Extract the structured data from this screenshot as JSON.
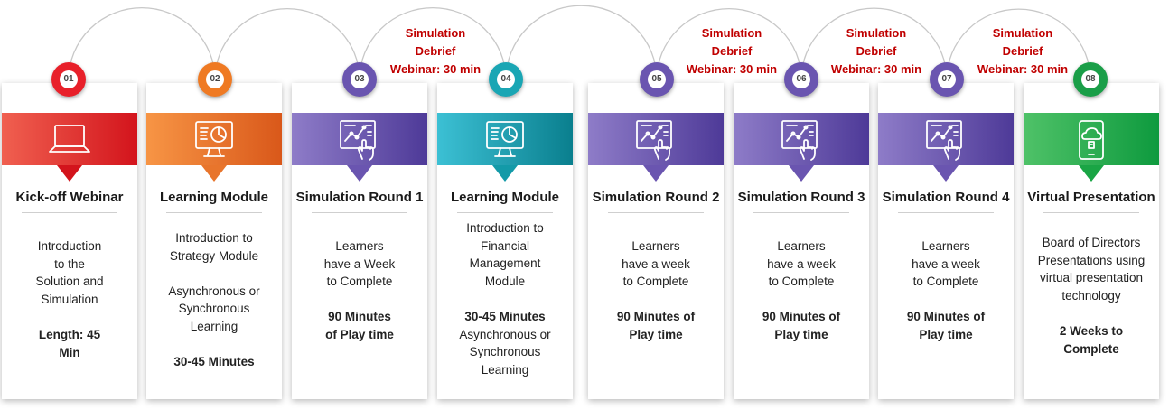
{
  "steps": [
    {
      "num": "01",
      "title": "Kick-off Webinar",
      "icon": "laptop-icon",
      "body": [
        {
          "t": "Introduction",
          "b": false
        },
        {
          "t": "to the",
          "b": false
        },
        {
          "t": "Solution and",
          "b": false
        },
        {
          "t": "Simulation",
          "b": false
        },
        {
          "t": "",
          "b": false
        },
        {
          "t": "Length: 45",
          "b": true
        },
        {
          "t": "Min",
          "b": true
        }
      ],
      "colors": {
        "from": "#f06050",
        "to": "#d3141c",
        "tip": "#d3141c",
        "badge": "#e8202a"
      }
    },
    {
      "num": "02",
      "title": "Learning Module",
      "icon": "monitor-chart-icon",
      "body": [
        {
          "t": "Introduction to",
          "b": false
        },
        {
          "t": "Strategy Module",
          "b": false
        },
        {
          "t": "",
          "b": false
        },
        {
          "t": "Asynchronous or",
          "b": false
        },
        {
          "t": "Synchronous",
          "b": false
        },
        {
          "t": "Learning",
          "b": false
        },
        {
          "t": "",
          "b": false
        },
        {
          "t": "30-45 Minutes",
          "b": true
        }
      ],
      "colors": {
        "from": "#f79545",
        "to": "#d9581a",
        "tip": "#e8752c",
        "badge": "#ef7a23"
      }
    },
    {
      "num": "03",
      "title": "Simulation Round 1",
      "icon": "touch-dashboard-icon",
      "body": [
        {
          "t": "Learners",
          "b": false
        },
        {
          "t": "have a Week",
          "b": false
        },
        {
          "t": "to Complete",
          "b": false
        },
        {
          "t": "",
          "b": false
        },
        {
          "t": "90 Minutes",
          "b": true
        },
        {
          "t": "of Play time",
          "b": true
        }
      ],
      "colors": {
        "from": "#8e7cc8",
        "to": "#4e3a98",
        "tip": "#6a55b0",
        "badge": "#6a55b0"
      }
    },
    {
      "num": "04",
      "title": "Learning Module",
      "icon": "monitor-chart-icon",
      "body": [
        {
          "t": "Introduction to",
          "b": false
        },
        {
          "t": "Financial",
          "b": false
        },
        {
          "t": "Management",
          "b": false
        },
        {
          "t": "Module",
          "b": false
        },
        {
          "t": "",
          "b": false
        },
        {
          "t": "30-45 Minutes",
          "b": true
        },
        {
          "t": "Asynchronous or",
          "b": false
        },
        {
          "t": "Synchronous",
          "b": false
        },
        {
          "t": "Learning",
          "b": false
        }
      ],
      "colors": {
        "from": "#3cc0d4",
        "to": "#0a7f8e",
        "tip": "#139aa8",
        "badge": "#1aa6b4"
      }
    },
    {
      "num": "05",
      "title": "Simulation Round 2",
      "icon": "touch-dashboard-icon",
      "body": [
        {
          "t": "Learners",
          "b": false
        },
        {
          "t": "have a week",
          "b": false
        },
        {
          "t": "to Complete",
          "b": false
        },
        {
          "t": "",
          "b": false
        },
        {
          "t": "90 Minutes of",
          "b": true
        },
        {
          "t": "Play time",
          "b": true
        }
      ],
      "colors": {
        "from": "#8e7cc8",
        "to": "#4e3a98",
        "tip": "#6a55b0",
        "badge": "#6a55b0"
      }
    },
    {
      "num": "06",
      "title": "Simulation Round 3",
      "icon": "touch-dashboard-icon",
      "body": [
        {
          "t": "Learners",
          "b": false
        },
        {
          "t": "have a week",
          "b": false
        },
        {
          "t": "to Complete",
          "b": false
        },
        {
          "t": "",
          "b": false
        },
        {
          "t": "90 Minutes of",
          "b": true
        },
        {
          "t": "Play time",
          "b": true
        }
      ],
      "colors": {
        "from": "#8e7cc8",
        "to": "#4e3a98",
        "tip": "#6a55b0",
        "badge": "#6a55b0"
      }
    },
    {
      "num": "07",
      "title": "Simulation Round 4",
      "icon": "touch-dashboard-icon",
      "body": [
        {
          "t": "Learners",
          "b": false
        },
        {
          "t": "have a week",
          "b": false
        },
        {
          "t": "to Complete",
          "b": false
        },
        {
          "t": "",
          "b": false
        },
        {
          "t": "90 Minutes of",
          "b": true
        },
        {
          "t": "Play time",
          "b": true
        }
      ],
      "colors": {
        "from": "#8e7cc8",
        "to": "#4e3a98",
        "tip": "#6a55b0",
        "badge": "#6a55b0"
      }
    },
    {
      "num": "08",
      "title": "Virtual Presentation",
      "icon": "tablet-cloud-icon",
      "body": [
        {
          "t": "Board of Directors",
          "b": false
        },
        {
          "t": "Presentations using",
          "b": false
        },
        {
          "t": "virtual presentation",
          "b": false
        },
        {
          "t": "technology",
          "b": false
        },
        {
          "t": "",
          "b": false
        },
        {
          "t": "2 Weeks to",
          "b": true
        },
        {
          "t": "Complete",
          "b": true
        }
      ],
      "colors": {
        "from": "#4fc268",
        "to": "#0e9a3e",
        "tip": "#1aa545",
        "badge": "#1a9e48"
      }
    }
  ],
  "debriefs": [
    {
      "after": 3,
      "lines": [
        "Simulation",
        "Debrief",
        "Webinar: 30 min"
      ]
    },
    {
      "after": 5,
      "lines": [
        "Simulation",
        "Debrief",
        "Webinar: 30 min"
      ]
    },
    {
      "after": 6,
      "lines": [
        "Simulation",
        "Debrief",
        "Webinar: 30 min"
      ]
    },
    {
      "after": 7,
      "lines": [
        "Simulation",
        "Debrief",
        "Webinar: 30 min"
      ]
    }
  ],
  "accent": {
    "debrief_text": "#c00000",
    "arc_line": "#c8c8c8"
  }
}
